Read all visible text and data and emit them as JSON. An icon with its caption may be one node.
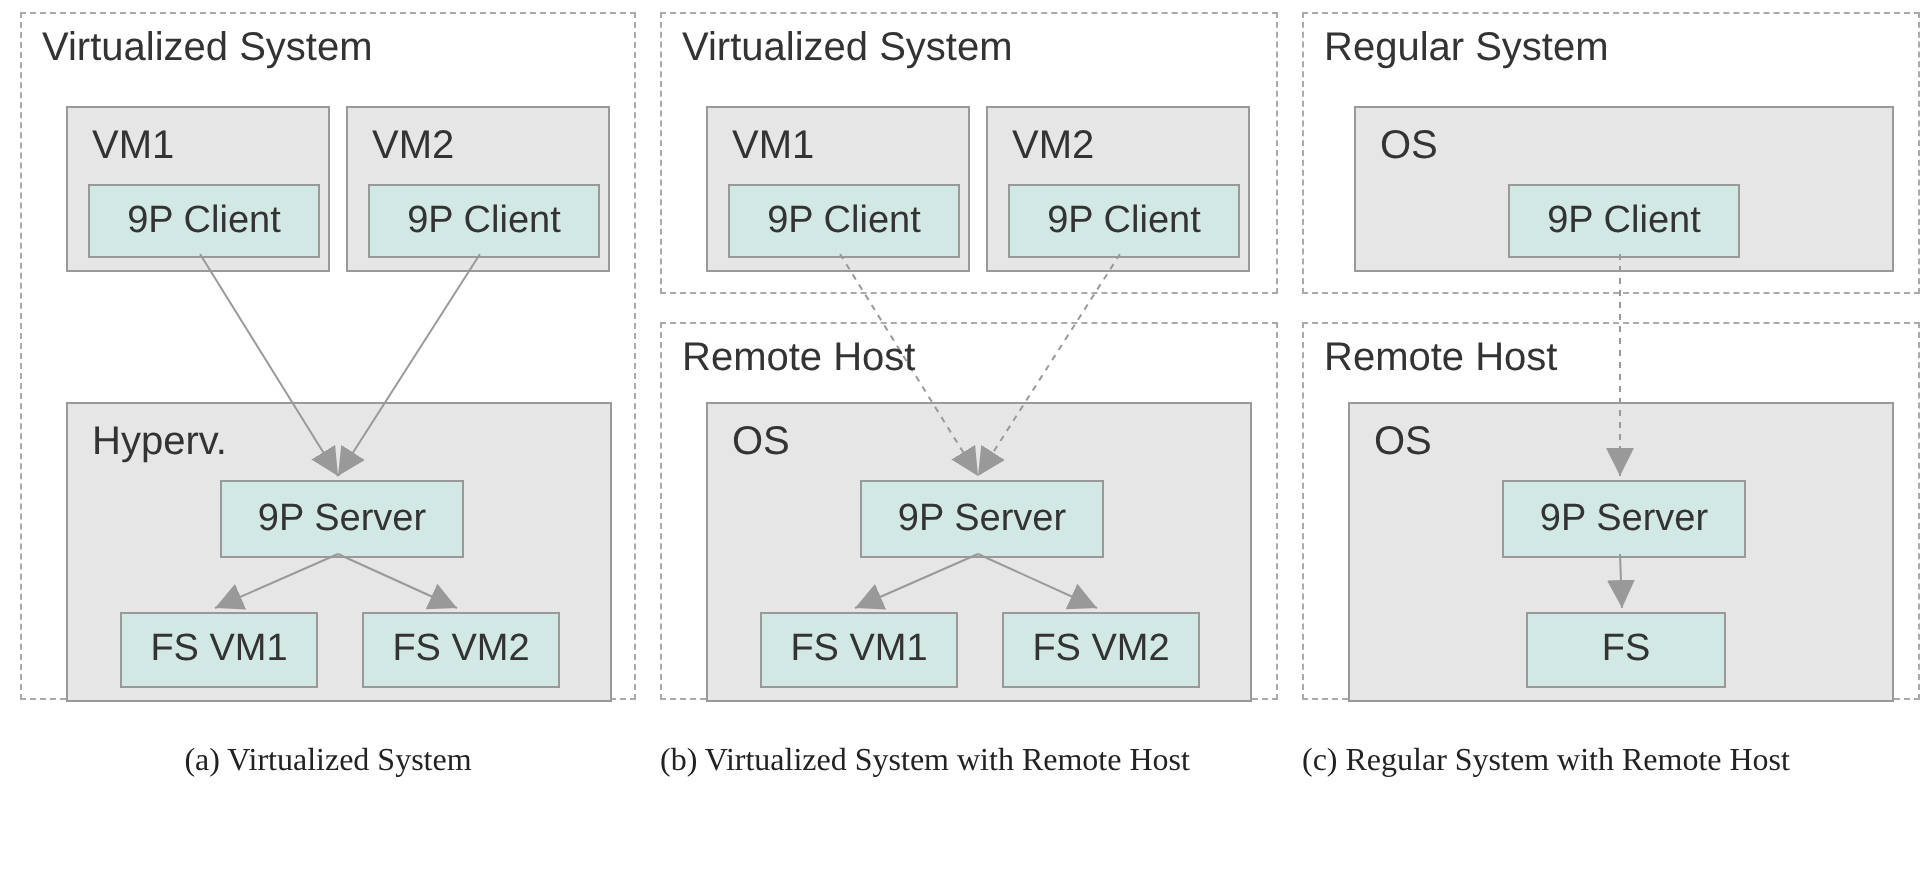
{
  "diagram": {
    "nodes": [
      {
        "text": [
          "Virtualized System"
        ]
      },
      {
        "text": [
          "VM1"
        ],
        "in": 0
      },
      {
        "text": [
          "9P Client"
        ],
        "in": 1
      },
      {
        "text": [
          "VM2"
        ],
        "in": 0
      },
      {
        "text": [
          "9P Client"
        ],
        "in": 3
      },
      {
        "text": [
          "Hyperv."
        ],
        "in": 0
      },
      {
        "text": [
          "9P Server"
        ],
        "in": 5
      },
      {
        "text": [
          "FS VM1"
        ],
        "in": 5
      },
      {
        "text": [
          "FS VM2"
        ],
        "in": 5
      },
      {
        "text": [
          "Virtualized System"
        ]
      },
      {
        "text": [
          "VM1"
        ],
        "in": 9
      },
      {
        "text": [
          "9P Client"
        ],
        "in": 10
      },
      {
        "text": [
          "VM2"
        ],
        "in": 9
      },
      {
        "text": [
          "9P Client"
        ],
        "in": 12
      },
      {
        "text": [
          "Remote Host"
        ]
      },
      {
        "text": [
          "OS"
        ],
        "in": 14
      },
      {
        "text": [
          "9P Server"
        ],
        "in": 15
      },
      {
        "text": [
          "FS VM1"
        ],
        "in": 15
      },
      {
        "text": [
          "FS VM2"
        ],
        "in": 15
      },
      {
        "text": [
          "Regular System"
        ]
      },
      {
        "text": [
          "OS"
        ],
        "in": 19
      },
      {
        "text": [
          "9P Client"
        ],
        "in": 20
      },
      {
        "text": [
          "Remote Host"
        ]
      },
      {
        "text": [
          "OS"
        ],
        "in": 22
      },
      {
        "text": [
          "9P Server"
        ],
        "in": 23
      },
      {
        "text": [
          "FS"
        ],
        "in": 23
      }
    ],
    "edges": [
      {
        "from": 2,
        "to": 6,
        "arrow": "to"
      },
      {
        "from": 4,
        "to": 6,
        "arrow": "to"
      },
      {
        "from": 6,
        "to": 7,
        "arrow": "to"
      },
      {
        "from": 6,
        "to": 8,
        "arrow": "to"
      },
      {
        "from": 11,
        "to": 16,
        "arrow": "to",
        "style": "dashed"
      },
      {
        "from": 13,
        "to": 16,
        "arrow": "to",
        "style": "dashed"
      },
      {
        "from": 16,
        "to": 17,
        "arrow": "to"
      },
      {
        "from": 16,
        "to": 18,
        "arrow": "to"
      },
      {
        "from": 21,
        "to": 24,
        "arrow": "to",
        "style": "dashed"
      },
      {
        "from": 24,
        "to": 25,
        "arrow": "to"
      }
    ],
    "labels": [
      "(a) Virtualized System",
      "(b) Virtualized System with Remote Host",
      "(c) Regular System with Remote Host"
    ]
  }
}
